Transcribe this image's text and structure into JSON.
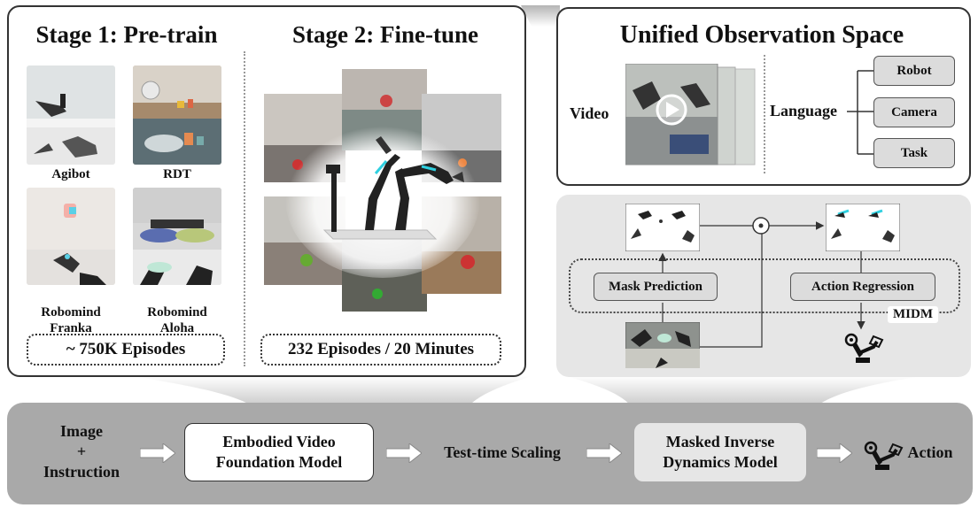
{
  "pretrain": {
    "title": "Stage 1: Pre-train",
    "datasets": [
      {
        "label": "Agibot"
      },
      {
        "label": "RDT"
      },
      {
        "label": "Robomind\nFranka"
      },
      {
        "label": "Robomind\nAloha"
      }
    ],
    "episodes": "~ 750K Episodes"
  },
  "finetune": {
    "title": "Stage 2: Fine-tune",
    "episodes": "232 Episodes / 20 Minutes"
  },
  "observation": {
    "title": "Unified Observation Space",
    "video_label": "Video",
    "language_label": "Language",
    "language_items": [
      "Robot",
      "Camera",
      "Task"
    ]
  },
  "midm": {
    "mask_prediction": "Mask Prediction",
    "action_regression": "Action Regression",
    "badge": "MIDM",
    "multiply_symbol": "⊙"
  },
  "pipeline": {
    "input_line1": "Image",
    "input_plus": "+",
    "input_line2": "Instruction",
    "foundation_line1": "Embodied Video",
    "foundation_line2": "Foundation Model",
    "scaling": "Test-time Scaling",
    "inverse_line1": "Masked Inverse",
    "inverse_line2": "Dynamics Model",
    "output": "Action"
  },
  "colors": {
    "panel_border": "#333333",
    "grey_band": "#a9a9a9",
    "light_panel": "#e6e6e6",
    "box_grey": "#dcdcdc",
    "robot_accent": "#2fd0e0"
  }
}
